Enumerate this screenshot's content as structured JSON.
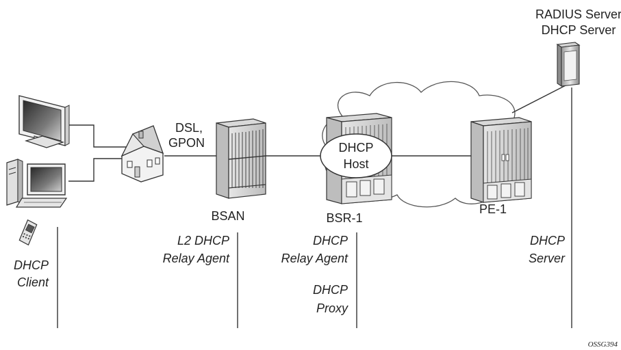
{
  "labels": {
    "server_line1": "RADIUS Server",
    "server_line2": "DHCP Server",
    "access_line1": "DSL,",
    "access_line2": "GPON",
    "dhcp_host_line1": "DHCP",
    "dhcp_host_line2": "Host",
    "bsan": "BSAN",
    "bsr1": "BSR-1",
    "pe1": "PE-1"
  },
  "roles": {
    "client_line1": "DHCP",
    "client_line2": "Client",
    "l2_relay_line1": "L2 DHCP",
    "l2_relay_line2": "Relay Agent",
    "relay_line1": "DHCP",
    "relay_line2": "Relay Agent",
    "proxy_line1": "DHCP",
    "proxy_line2": "Proxy",
    "server_line1": "DHCP",
    "server_line2": "Server"
  },
  "figure_ref": "OSSG394",
  "icons": [
    "monitor-icon",
    "desktop-computer-icon",
    "mobile-phone-icon",
    "house-icon",
    "bsan-node-icon",
    "bsr-router-icon",
    "pe-router-icon",
    "server-icon",
    "network-cloud"
  ]
}
